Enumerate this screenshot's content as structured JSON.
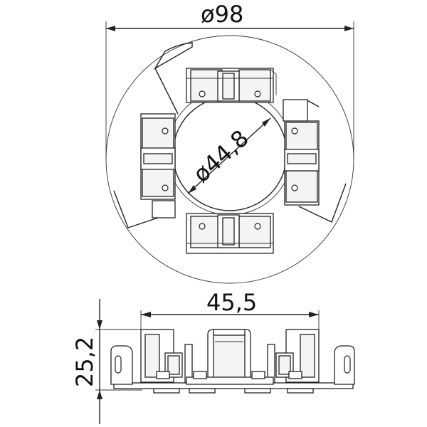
{
  "drawing": {
    "top_view": {
      "outer_diameter_label": "ø98",
      "inner_diameter_label": "ø44,8"
    },
    "front_view": {
      "width_label": "45,5",
      "height_label": "25,2"
    },
    "colors": {
      "line": "#222222",
      "fill": "#f4f4f4"
    }
  }
}
